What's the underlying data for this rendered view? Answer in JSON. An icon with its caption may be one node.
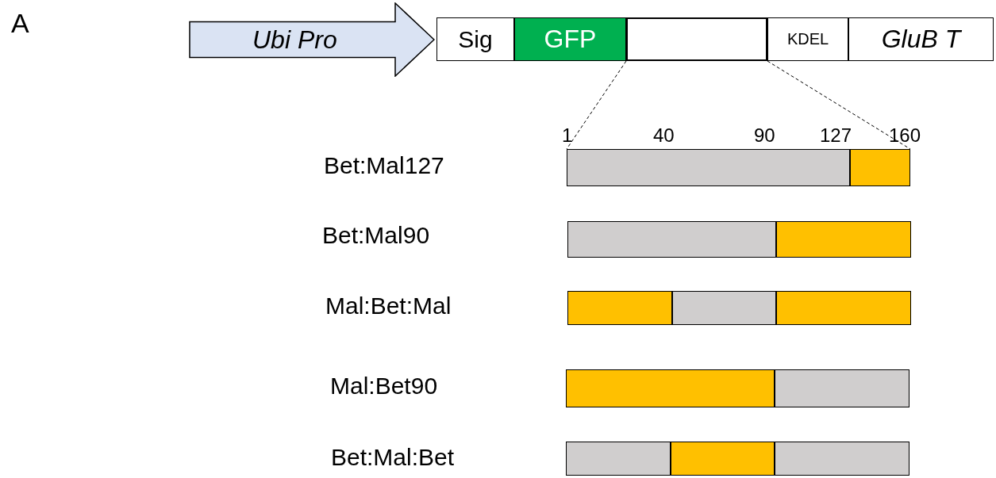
{
  "diagram": {
    "nodes": [
      {
        "text": [
          "Ubi Pro"
        ]
      },
      {
        "text": [
          "Sig"
        ]
      },
      {
        "text": [
          "GFP"
        ]
      },
      {
        "text": [],
        "shape": "box"
      },
      {
        "text": [
          "KDEL"
        ]
      },
      {
        "text": [
          "GluB T"
        ]
      },
      {
        "text": [],
        "shape": "bar"
      },
      {
        "text": [],
        "shape": "bar"
      },
      {
        "text": [],
        "shape": "bar"
      },
      {
        "text": [],
        "shape": "bar"
      },
      {
        "text": [],
        "shape": "bar"
      },
      {
        "text": [],
        "shape": "bar"
      },
      {
        "text": [],
        "shape": "bar"
      },
      {
        "text": [],
        "shape": "bar"
      },
      {
        "text": [],
        "shape": "bar"
      },
      {
        "text": [],
        "shape": "bar"
      },
      {
        "text": [],
        "shape": "bar"
      },
      {
        "text": [],
        "shape": "bar"
      }
    ],
    "edges": [
      {
        "from": 3,
        "to": 6,
        "arrow": "none",
        "style": "dashed"
      },
      {
        "from": 3,
        "to": 7,
        "arrow": "none",
        "style": "dashed"
      }
    ],
    "labels": [
      "A",
      "1",
      "40",
      "90",
      "127",
      "160",
      "Bet:Mal127",
      "Bet:Mal90",
      "Mal:Bet:Mal",
      "Mal:Bet90",
      "Bet:Mal:Bet"
    ]
  }
}
